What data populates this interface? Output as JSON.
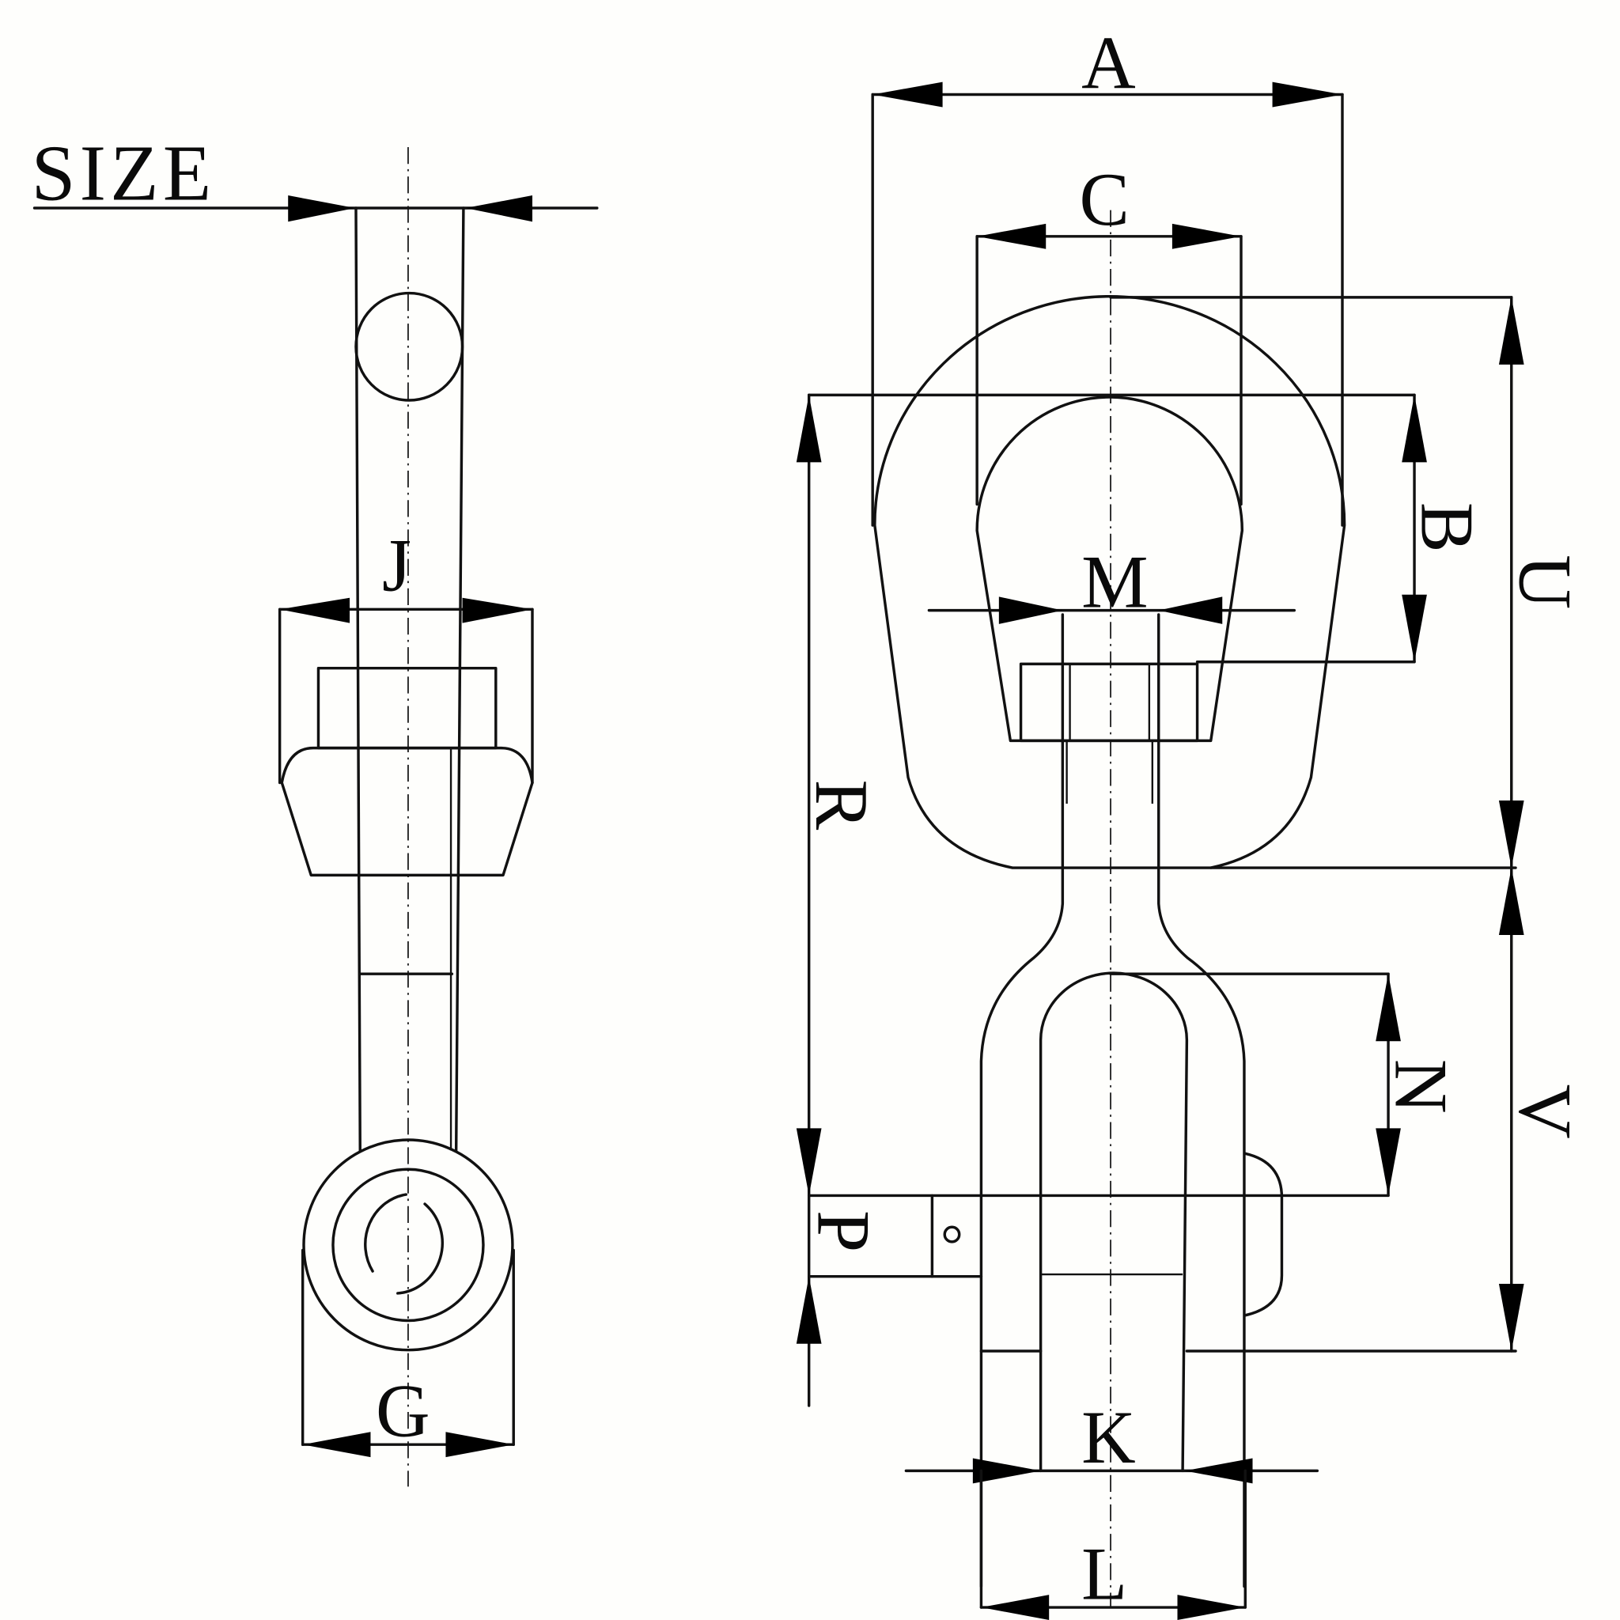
{
  "drawing": {
    "subject": "Swivel shackle (jaw and eye swivel) dimension drawing",
    "left_view": {
      "size_label": "SIZE",
      "labels": {
        "J": "J",
        "G": "G"
      }
    },
    "right_view": {
      "labels": {
        "A": "A",
        "C": "C",
        "B": "B",
        "U": "U",
        "M": "M",
        "R": "R",
        "N": "N",
        "V": "V",
        "P": "P",
        "K": "K",
        "L": "L"
      }
    },
    "colors": {
      "line": "#111111",
      "background": "#fefefc"
    }
  }
}
